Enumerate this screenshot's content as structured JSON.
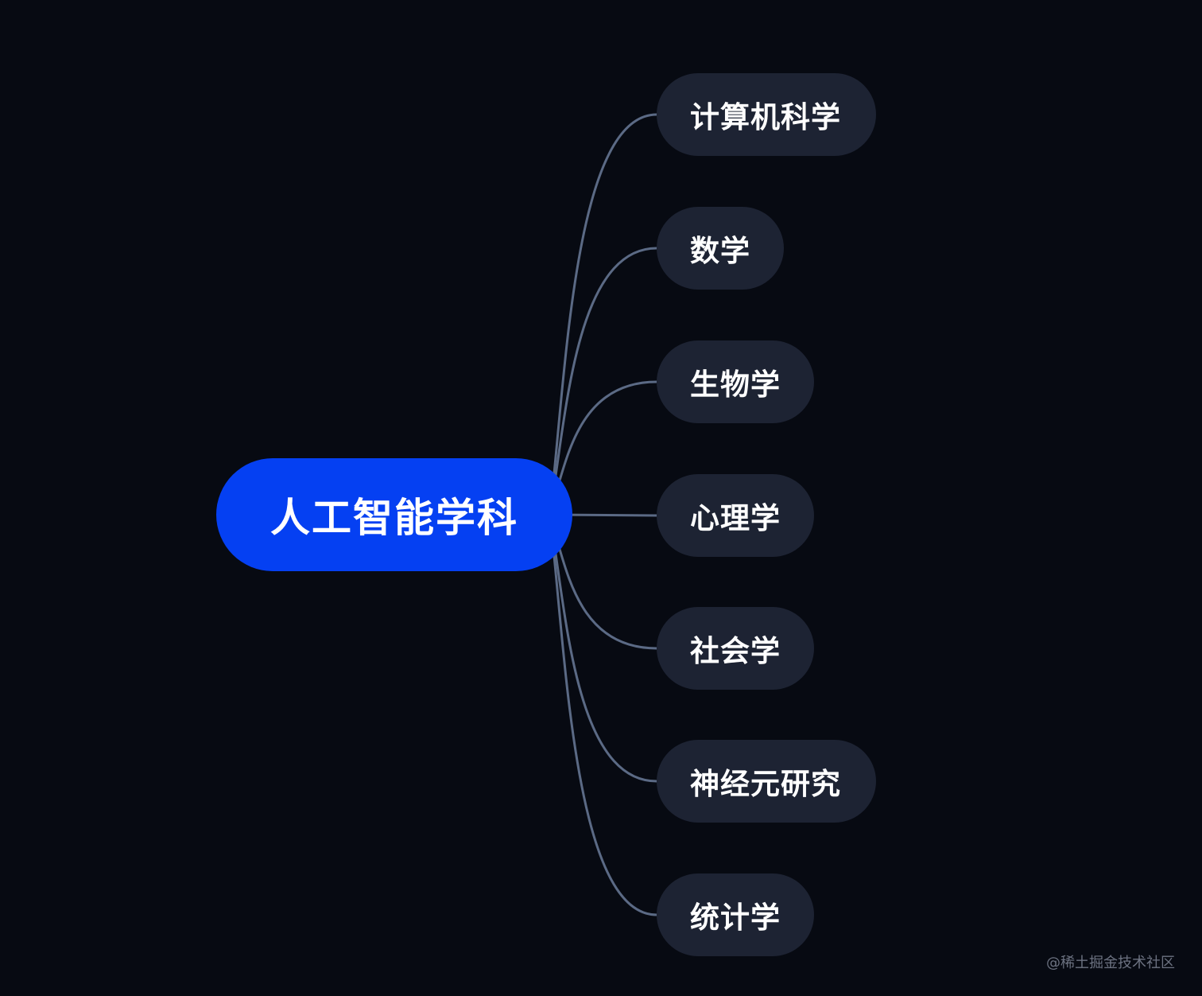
{
  "mindmap": {
    "root": {
      "label": "人工智能学科",
      "color": "#0540f2"
    },
    "children": [
      {
        "label": "计算机科学"
      },
      {
        "label": "数学"
      },
      {
        "label": "生物学"
      },
      {
        "label": "心理学"
      },
      {
        "label": "社会学"
      },
      {
        "label": "神经元研究"
      },
      {
        "label": "统计学"
      }
    ],
    "node_color": "#1d2333",
    "connector_color": "#5b6a85",
    "background_color": "#070a12"
  },
  "watermark": {
    "text": "@稀土掘金技术社区"
  }
}
